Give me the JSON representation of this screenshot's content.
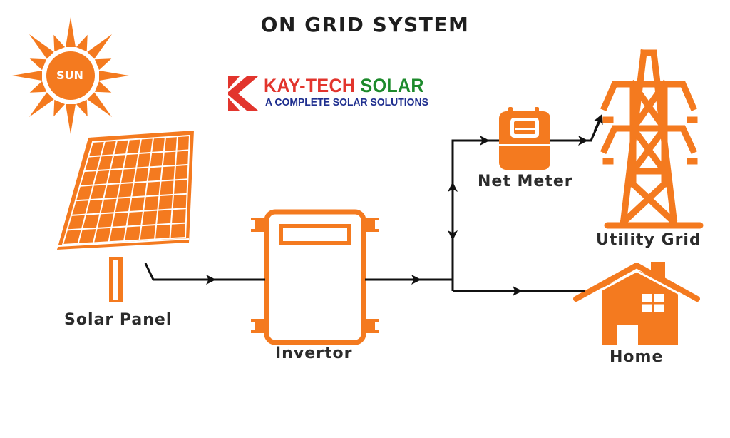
{
  "title": "ON GRID SYSTEM",
  "logo": {
    "brand_part1": "KAY-TECH",
    "brand_part2": "SOLAR",
    "tagline": "A COMPLETE SOLAR SOLUTIONS",
    "colors": {
      "red": "#e2352d",
      "green": "#1d8a2c",
      "blue": "#1f2f8f"
    }
  },
  "accent_color": "#f47a1f",
  "nodes": {
    "sun": {
      "label": "SUN"
    },
    "solar_panel": {
      "label": "Solar Panel"
    },
    "invertor": {
      "label": "Invertor"
    },
    "net_meter": {
      "label": "Net Meter"
    },
    "utility_grid": {
      "label": "Utility Grid"
    },
    "home": {
      "label": "Home"
    }
  },
  "flows": [
    {
      "from": "Solar Panel",
      "to": "Invertor",
      "direction": "one-way"
    },
    {
      "from": "Invertor",
      "to": "Net Meter",
      "direction": "two-way"
    },
    {
      "from": "Net Meter",
      "to": "Utility Grid",
      "direction": "one-way"
    },
    {
      "from": "Invertor",
      "to": "Home",
      "direction": "one-way"
    }
  ]
}
